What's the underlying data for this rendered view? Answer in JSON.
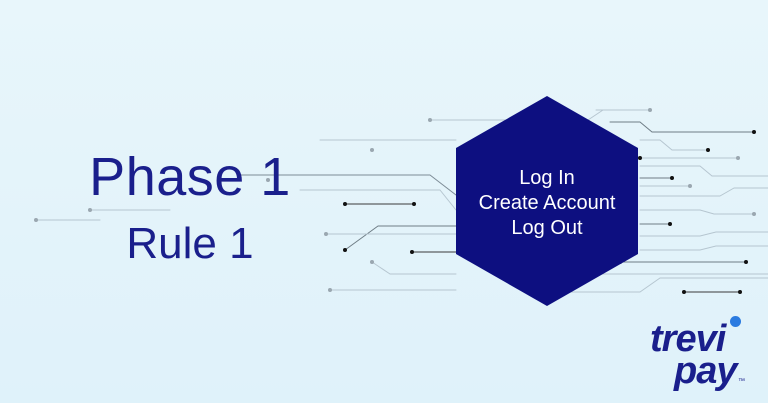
{
  "heading": {
    "phase": "Phase 1",
    "rule": "Rule 1"
  },
  "hexagon": {
    "items": [
      "Log In",
      "Create Account",
      "Log Out"
    ],
    "fill": "#0d0f80"
  },
  "logo": {
    "line1": "trevi",
    "line2": "pay",
    "trademark": "™",
    "text_color": "#1a1f8c",
    "dot_color": "#2b7be0"
  },
  "colors": {
    "background": "#e4f4fa",
    "title": "#1a1f8c",
    "circuit_line": "#b6c6d0",
    "circuit_line_dark": "#7d8c96",
    "node_dark": "#111111",
    "node_light": "#9aa7b0"
  }
}
